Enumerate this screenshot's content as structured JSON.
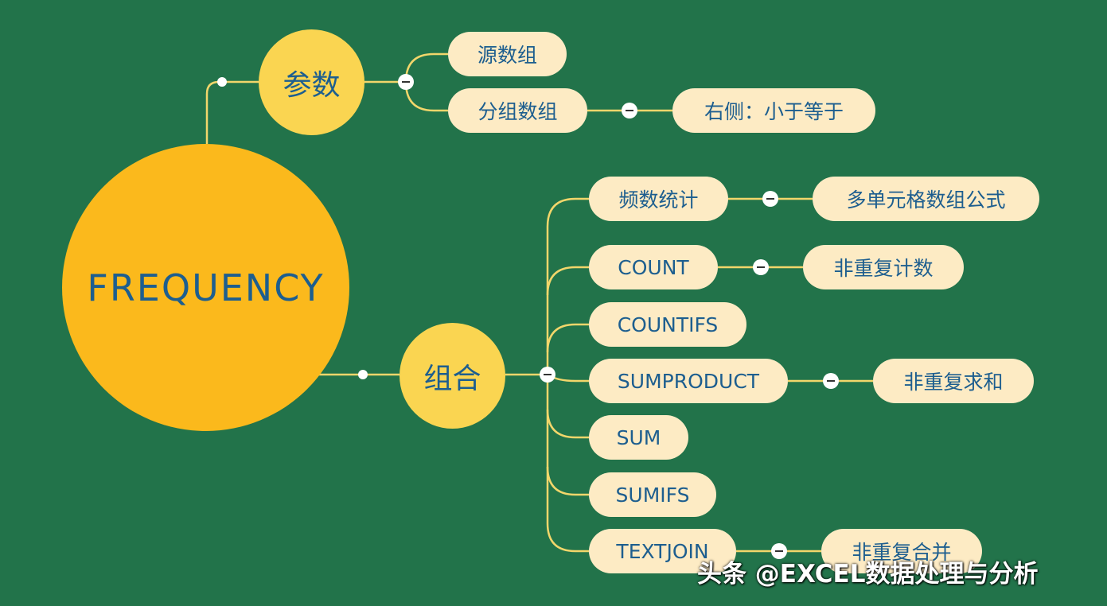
{
  "root": {
    "label": "FREQUENCY"
  },
  "branches": {
    "params": {
      "label": "参数",
      "children": [
        {
          "label": "源数组"
        },
        {
          "label": "分组数组",
          "note": "右侧：小于等于"
        }
      ]
    },
    "combo": {
      "label": "组合",
      "children": [
        {
          "label": "频数统计",
          "note": "多单元格数组公式"
        },
        {
          "label": "COUNT",
          "note": "非重复计数"
        },
        {
          "label": "COUNTIFS"
        },
        {
          "label": "SUMPRODUCT",
          "note": "非重复求和"
        },
        {
          "label": "SUM"
        },
        {
          "label": "SUMIFS"
        },
        {
          "label": "TEXTJOIN",
          "note": "非重复合并"
        }
      ]
    }
  },
  "watermark": "头条 @EXCEL数据处理与分析",
  "colors": {
    "background": "#22734a",
    "root": "#fbb91c",
    "branch": "#fad551",
    "pill": "#fdebc4",
    "text": "#1d5e8f",
    "line": "#f2d66b"
  }
}
